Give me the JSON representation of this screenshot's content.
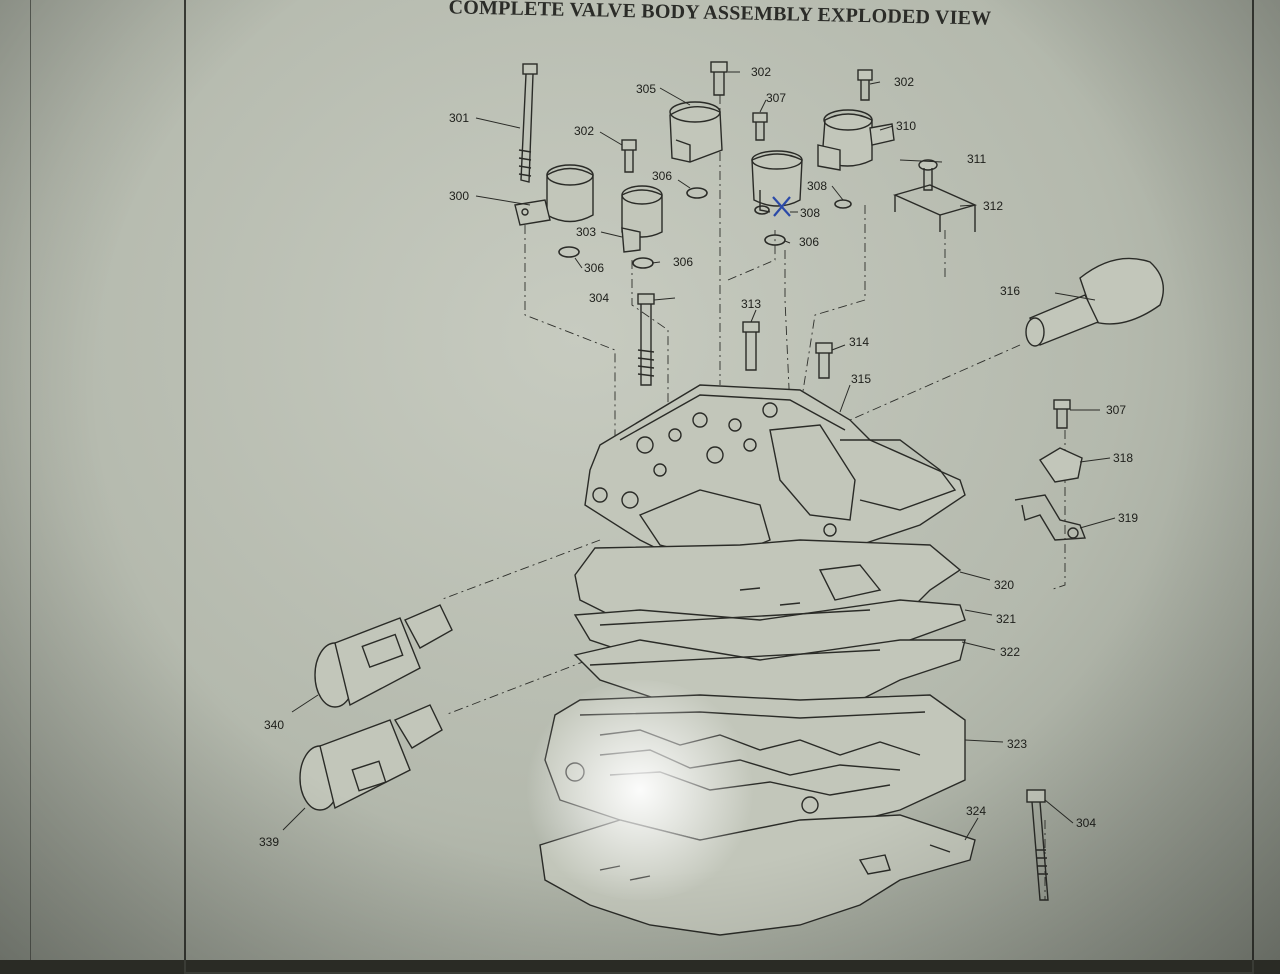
{
  "title": "COMPLETE VALVE BODY ASSEMBLY EXPLODED VIEW",
  "callouts": {
    "c300": "300",
    "c301": "301",
    "c302a": "302",
    "c302b": "302",
    "c302c": "302",
    "c303": "303",
    "c304a": "304",
    "c304b": "304",
    "c305": "305",
    "c306a": "306",
    "c306b": "306",
    "c306c": "306",
    "c306d": "306",
    "c307a": "307",
    "c307b": "307",
    "c308a": "308",
    "c308b": "308",
    "c310": "310",
    "c311": "311",
    "c312": "312",
    "c313": "313",
    "c314": "314",
    "c315": "315",
    "c316": "316",
    "c318": "318",
    "c319": "319",
    "c320": "320",
    "c321": "321",
    "c322": "322",
    "c323": "323",
    "c324": "324",
    "c339": "339",
    "c340": "340"
  },
  "colors": {
    "paper": "#c1c5b9",
    "ink": "#2a2b27",
    "pen_mark": "#2b4aa8"
  }
}
